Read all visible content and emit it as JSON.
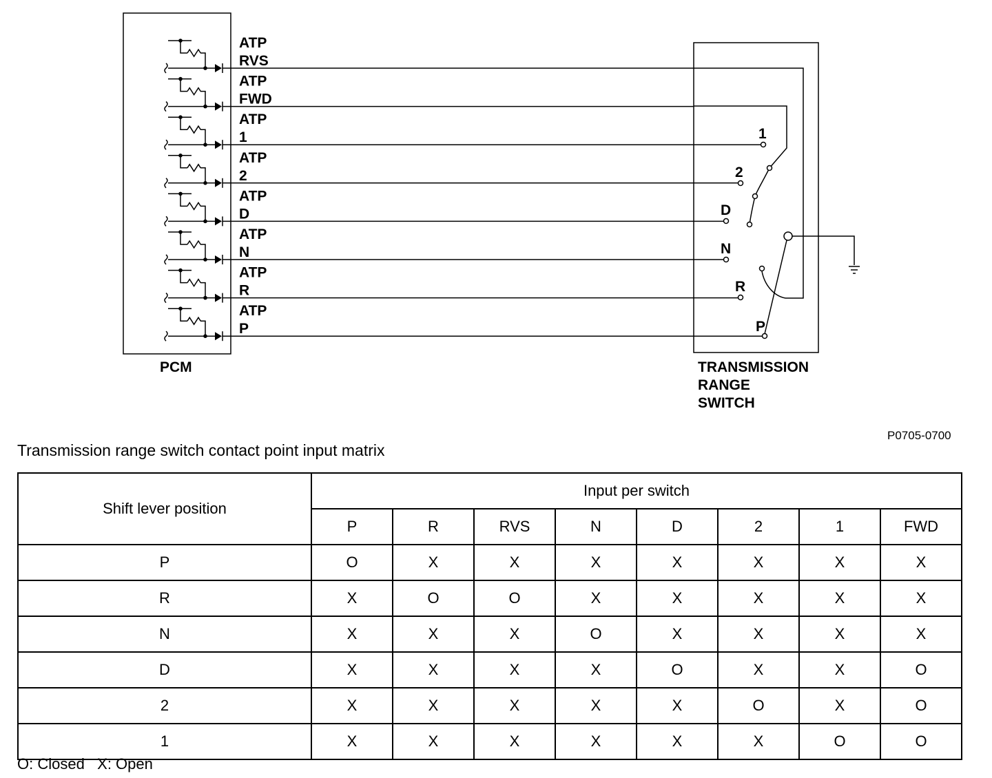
{
  "diagram": {
    "pcm_label": "PCM",
    "trs_label_lines": [
      "TRANSMISSION",
      "RANGE",
      "SWITCH"
    ],
    "reference_code": "P0705-0700",
    "circuits": [
      {
        "line1": "ATP",
        "line2": "RVS"
      },
      {
        "line1": "ATP",
        "line2": "FWD"
      },
      {
        "line1": "ATP",
        "line2": "1"
      },
      {
        "line1": "ATP",
        "line2": "2"
      },
      {
        "line1": "ATP",
        "line2": "D"
      },
      {
        "line1": "ATP",
        "line2": "N"
      },
      {
        "line1": "ATP",
        "line2": "R"
      },
      {
        "line1": "ATP",
        "line2": "P"
      }
    ],
    "contacts": [
      "1",
      "2",
      "D",
      "N",
      "R",
      "P"
    ]
  },
  "matrix": {
    "title": "Transmission range switch contact point input matrix",
    "row_header": "Shift lever position",
    "group_header": "Input per switch",
    "columns": [
      "P",
      "R",
      "RVS",
      "N",
      "D",
      "2",
      "1",
      "FWD"
    ],
    "rows": [
      {
        "position": "P",
        "values": [
          "O",
          "X",
          "X",
          "X",
          "X",
          "X",
          "X",
          "X"
        ]
      },
      {
        "position": "R",
        "values": [
          "X",
          "O",
          "O",
          "X",
          "X",
          "X",
          "X",
          "X"
        ]
      },
      {
        "position": "N",
        "values": [
          "X",
          "X",
          "X",
          "O",
          "X",
          "X",
          "X",
          "X"
        ]
      },
      {
        "position": "D",
        "values": [
          "X",
          "X",
          "X",
          "X",
          "O",
          "X",
          "X",
          "O"
        ]
      },
      {
        "position": "2",
        "values": [
          "X",
          "X",
          "X",
          "X",
          "X",
          "O",
          "X",
          "O"
        ]
      },
      {
        "position": "1",
        "values": [
          "X",
          "X",
          "X",
          "X",
          "X",
          "X",
          "O",
          "O"
        ]
      }
    ],
    "legend": "O: Closed   X: Open"
  }
}
